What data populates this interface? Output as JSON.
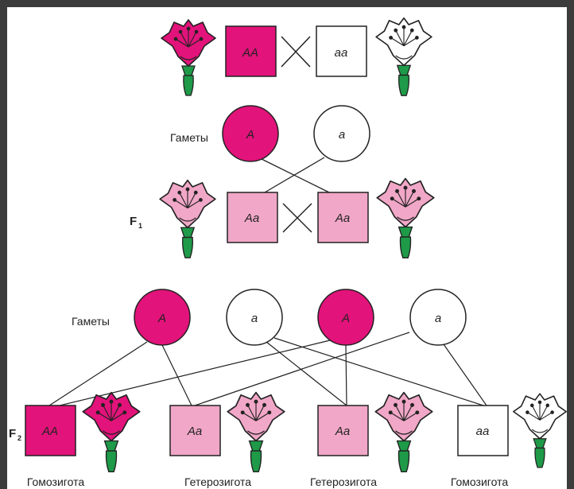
{
  "colors": {
    "dominant": "#e2137a",
    "heterozygous": "#f1a7c7",
    "recessive": "#ffffff",
    "stem": "#1e9a48",
    "line": "#222222"
  },
  "parents": {
    "left_genotype": "AA",
    "right_genotype": "aa",
    "left_flower": "magenta-flower-icon",
    "right_flower": "white-flower-icon"
  },
  "gametes_p": {
    "label": "Гаметы",
    "items": [
      "A",
      "a"
    ]
  },
  "f1": {
    "label": "F",
    "label_sub": "1",
    "left_genotype": "Aa",
    "right_genotype": "Aa"
  },
  "gametes_f1": {
    "label": "Гаметы",
    "items": [
      "A",
      "a",
      "A",
      "a"
    ]
  },
  "f2": {
    "label": "F",
    "label_sub": "2",
    "offspring": [
      {
        "genotype": "AA",
        "caption": "Гомозигота",
        "type": "dominant"
      },
      {
        "genotype": "Aa",
        "caption": "Гетерозигота",
        "type": "heterozygous"
      },
      {
        "genotype": "Aa",
        "caption": "Гетерозигота",
        "type": "heterozygous"
      },
      {
        "genotype": "aa",
        "caption": "Гомозигота",
        "type": "recessive"
      }
    ]
  }
}
